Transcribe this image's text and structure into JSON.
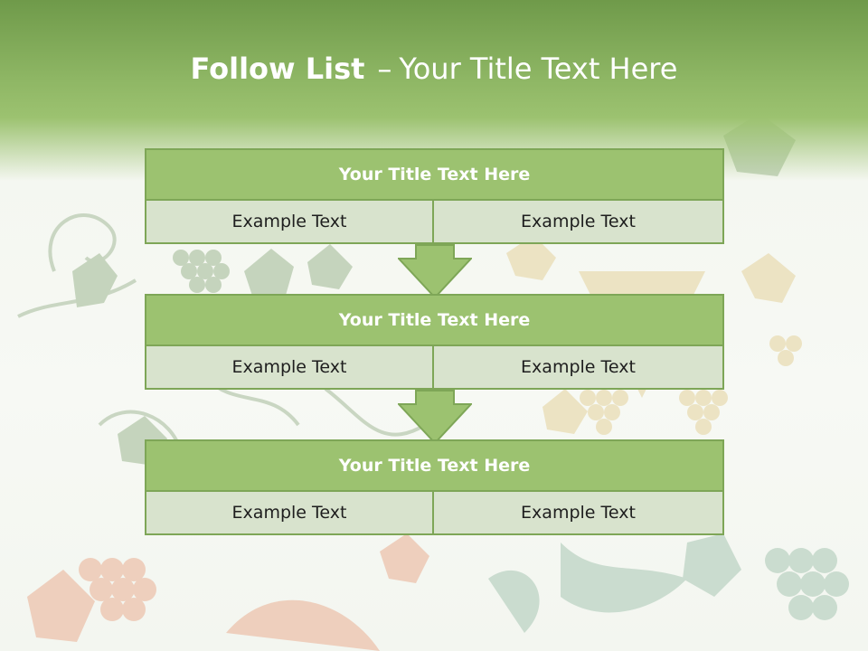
{
  "slide": {
    "title_bold": "Follow List",
    "title_separator": "–",
    "title_rest": "Your Title Text Here"
  },
  "steps": [
    {
      "title": "Your Title Text Here",
      "left": "Example Text",
      "right": "Example Text"
    },
    {
      "title": "Your Title Text Here",
      "left": "Example Text",
      "right": "Example Text"
    },
    {
      "title": "Your Title Text Here",
      "left": "Example Text",
      "right": "Example Text"
    }
  ],
  "colors": {
    "header_green": "#8fb765",
    "box_title_fill": "#9cc270",
    "box_border": "#7ea657",
    "cell_fill": "#d8e3cd",
    "arrow_fill": "#9cc270"
  }
}
